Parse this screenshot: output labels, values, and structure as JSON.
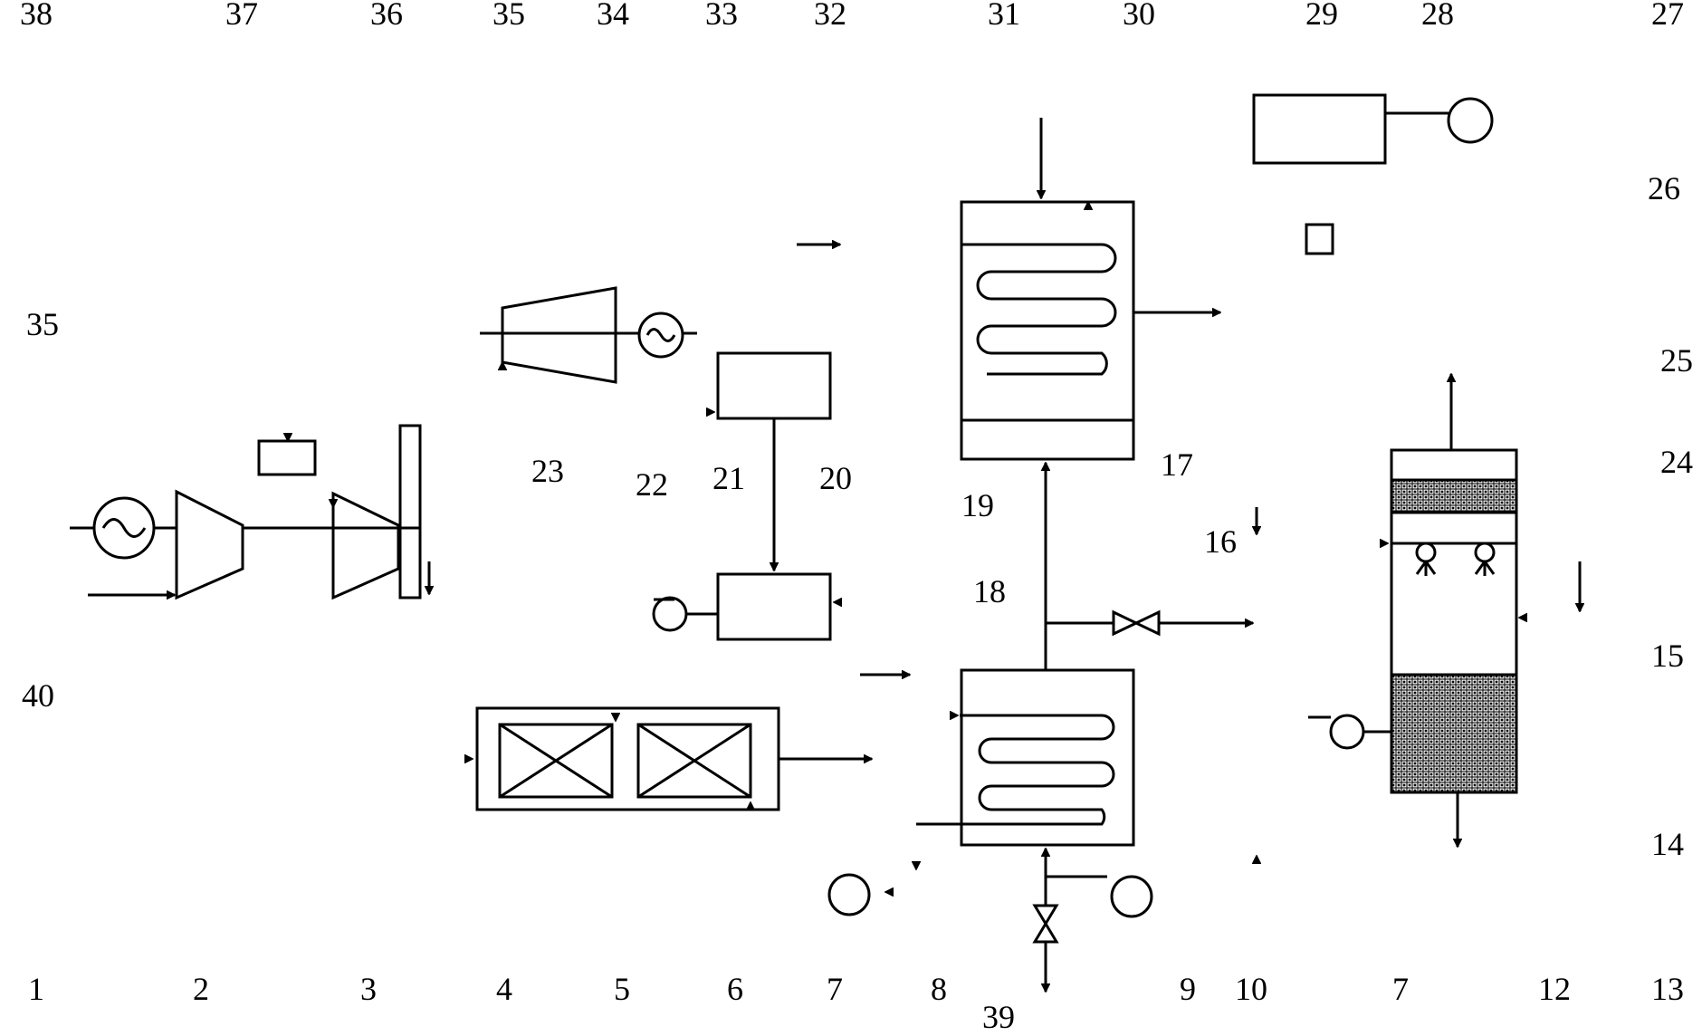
{
  "labels": {
    "l1": "1",
    "l2": "2",
    "l3": "3",
    "l4": "4",
    "l5": "5",
    "l6": "6",
    "l7a": "7",
    "l7b": "7",
    "l8": "8",
    "l9": "9",
    "l10": "10",
    "l12": "12",
    "l13": "13",
    "l14": "14",
    "l15": "15",
    "l16": "16",
    "l17": "17",
    "l18": "18",
    "l19": "19",
    "l20": "20",
    "l21": "21",
    "l22": "22",
    "l23": "23",
    "l24": "24",
    "l25": "25",
    "l26": "26",
    "l27": "27",
    "l28": "28",
    "l29": "29",
    "l30": "30",
    "l31": "31",
    "l32": "32",
    "l33": "33",
    "l34": "34",
    "l35a": "35",
    "l35b": "35",
    "l36": "36",
    "l37": "37",
    "l38": "38",
    "l39": "39",
    "l40": "40"
  },
  "colors": {
    "stroke": "#000000",
    "background": "#ffffff",
    "packing_fill": "#ececec"
  }
}
